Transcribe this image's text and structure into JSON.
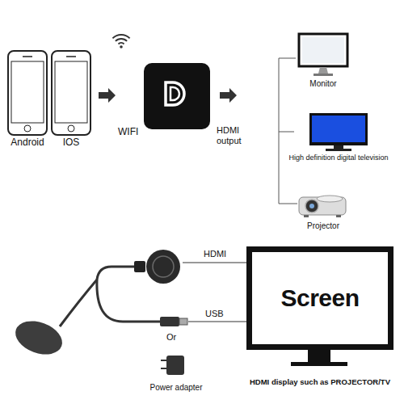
{
  "diagram": {
    "nodes": [
      {
        "text": [
          "Android"
        ]
      },
      {
        "text": [
          "IOS"
        ]
      },
      {
        "text": [
          "Monitor"
        ]
      },
      {
        "text": [
          "High definition digital television"
        ]
      },
      {
        "text": [
          "Projector"
        ]
      },
      {
        "text": [
          "Screen"
        ]
      }
    ],
    "labels": [
      "WIFI",
      "HDMI output",
      "HDMI",
      "USB",
      "Or",
      "Power adapter",
      "HDMI display such as PROJECTOR/TV"
    ]
  }
}
